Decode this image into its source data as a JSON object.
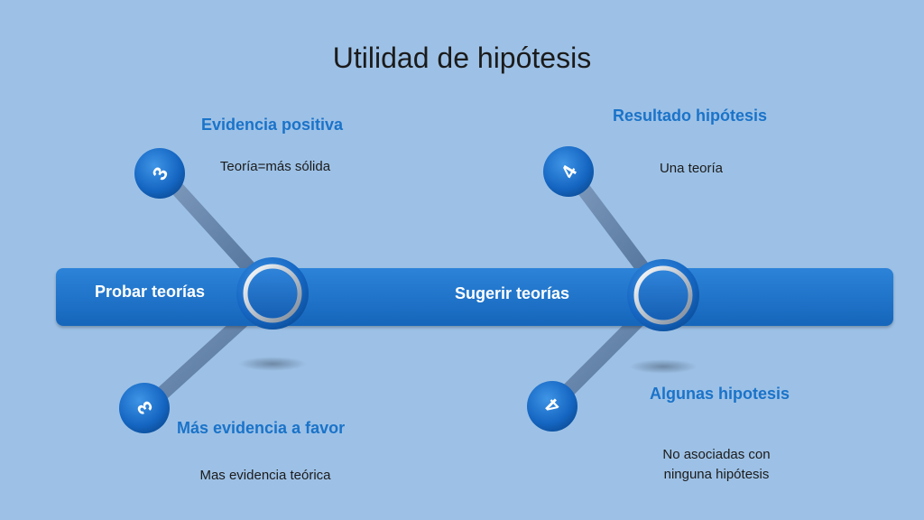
{
  "title": "Utilidad de hipótesis",
  "band": {
    "left_label": "Probar teorías",
    "right_label": "Sugerir teorías"
  },
  "groups": [
    {
      "top": {
        "node_number": "3",
        "heading": "Evidencia positiva",
        "note": "Teoría=más sólida"
      },
      "bottom": {
        "node_number": "3",
        "heading": "Más evidencia a favor",
        "note": "Mas evidencia teórica"
      }
    },
    {
      "top": {
        "node_number": "4",
        "heading": "Resultado hipótesis",
        "note": "Una teoría"
      },
      "bottom": {
        "node_number": "4",
        "heading": "Algunas hipotesis",
        "note": "No asociadas con ninguna hipótesis"
      }
    }
  ],
  "colors": {
    "background": "#9dc1e6",
    "band": "#1a6fc6",
    "heading": "#1a73c9",
    "arm": "#5f7fa6"
  }
}
